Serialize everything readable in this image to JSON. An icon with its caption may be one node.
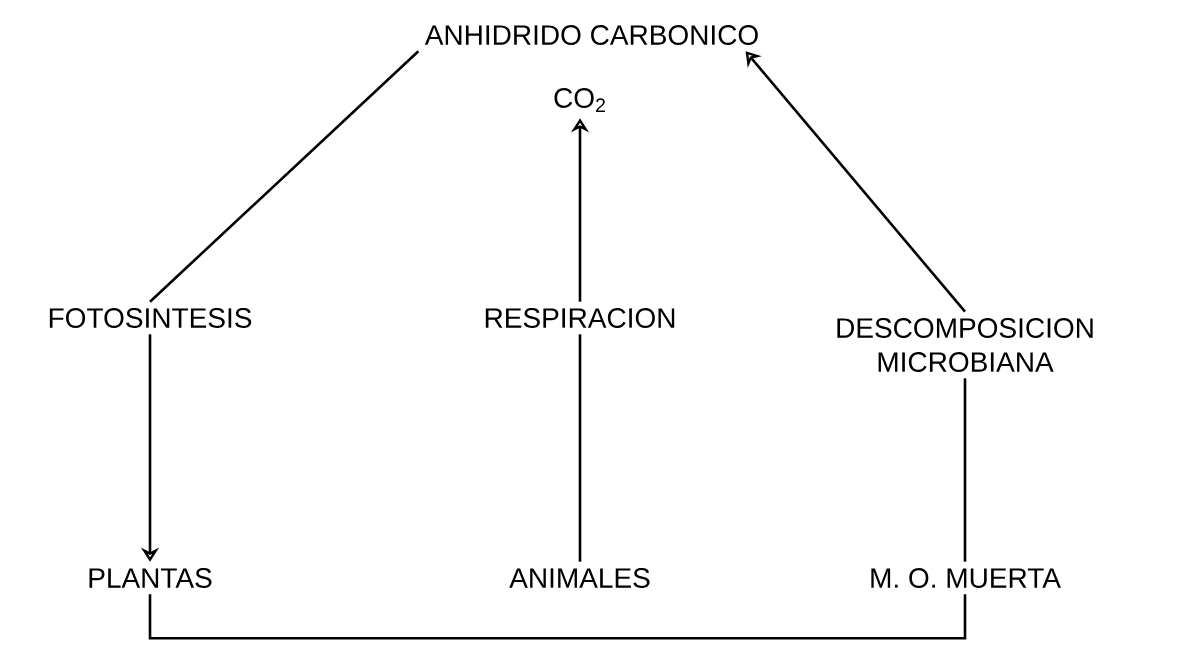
{
  "diagram": {
    "nodes": [
      {
        "text": [
          "ANHIDRIDO CARBONICO"
        ]
      },
      {
        "text": [
          "CO$_{2}$"
        ]
      },
      {
        "text": [
          "FOTOSINTESIS"
        ]
      },
      {
        "text": [
          "RESPIRACION"
        ]
      },
      {
        "text": [
          "DESCOMPOSICION MICROBIANA"
        ]
      },
      {
        "text": [
          "PLANTAS"
        ]
      },
      {
        "text": [
          "ANIMALES"
        ]
      },
      {
        "text": [
          "M. O. MUERTA"
        ]
      }
    ],
    "edges": [
      {
        "from": 0,
        "to": 2,
        "arrow": "none"
      },
      {
        "from": 2,
        "to": 5,
        "arrow": "to"
      },
      {
        "from": 3,
        "to": 1,
        "arrow": "to"
      },
      {
        "from": 6,
        "to": 3,
        "arrow": "none"
      },
      {
        "from": 4,
        "to": 0,
        "arrow": "to"
      },
      {
        "from": 7,
        "to": 4,
        "arrow": "none"
      },
      {
        "from": 5,
        "to": 7,
        "arrow": "none"
      }
    ]
  }
}
